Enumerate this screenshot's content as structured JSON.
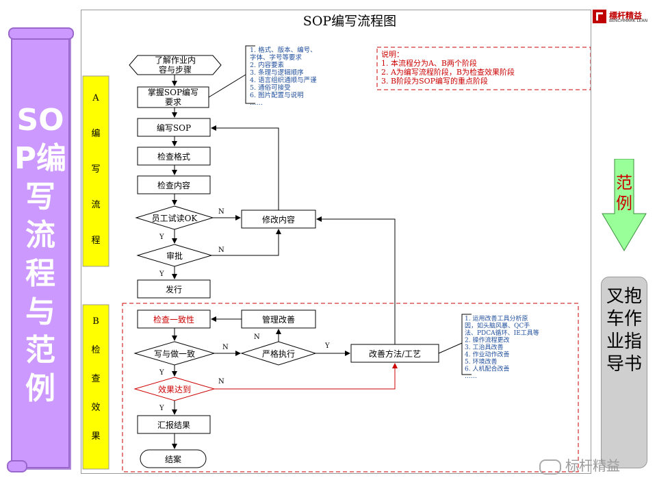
{
  "banner": {
    "title": "SOP编写流程与范例"
  },
  "logo": {
    "cn": "標杆精益",
    "en": "BENCHMARK LEAN"
  },
  "diagram": {
    "title": "SOP编写流程图",
    "phase_a": "A编写流程",
    "phase_b": "B检查效果",
    "nodes": {
      "understand": [
        "了解作业内",
        "容与步骤"
      ],
      "grasp": [
        "掌握SOP编写",
        "要求"
      ],
      "write": "编写SOP",
      "check_format": "检查格式",
      "check_content": "检查内容",
      "trial_read": "员工试读OK",
      "approve": "审批",
      "revise": "修改内容",
      "release": "发行",
      "check_consistency": "检查一致性",
      "mgmt_improve": "管理改善",
      "write_do_same": "写与做一致",
      "strict_exec": "严格执行",
      "improve_method": "改善方法/工艺",
      "effect_reached": "效果达到",
      "report": "汇报结果",
      "close": "结案"
    },
    "labels": {
      "n": "N",
      "y": "Y"
    },
    "requirements": [
      "1. 格式、版本、编号、",
      "字体、字号等要求",
      "2. 内容要素",
      "3. 条理与逻辑顺序",
      "4. 语言组织通顺与严谨",
      "5. 通俗可接受",
      "6. 图片配置与说明",
      "……"
    ],
    "notes": [
      "说明：",
      "1. 本流程分为A、B两个阶段",
      "2. A为编写流程阶段，B为检查效果阶段",
      "3. B阶段为SOP编写的重点阶段"
    ],
    "tools": [
      "1. 运用改善工具分析原",
      "因，如头脑风暴、QC手",
      "法、PDCA循环、IE工具等",
      "2. 操作流程更改",
      "3. 工治具改善",
      "4. 作业动作改善",
      "5. 环境改善",
      "6. 人机配合改善",
      "……"
    ]
  },
  "side": {
    "example": "范例",
    "book_title": "叉抱车作业指导书"
  },
  "watermark": "标杆精益",
  "colors": {
    "banner": "#cc99ff",
    "phase": "#ffff00",
    "red": "#cc0000",
    "blue": "#1f4e9c",
    "green_arrow": "#99ff99"
  }
}
